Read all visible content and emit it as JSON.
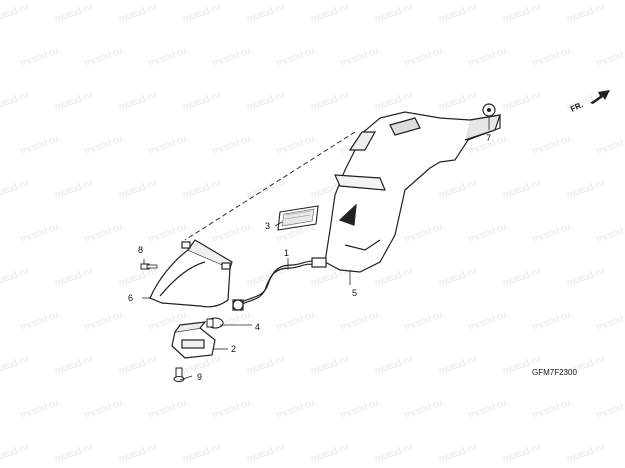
{
  "watermark": {
    "text": "motod.ru"
  },
  "diagram": {
    "code": "GFM7F2300",
    "front_marker": "FR.",
    "callouts": {
      "c1": "1",
      "c2": "2",
      "c3": "3",
      "c4": "4",
      "c5": "5",
      "c6": "6",
      "c7": "7",
      "c8": "8",
      "c9": "9"
    }
  }
}
